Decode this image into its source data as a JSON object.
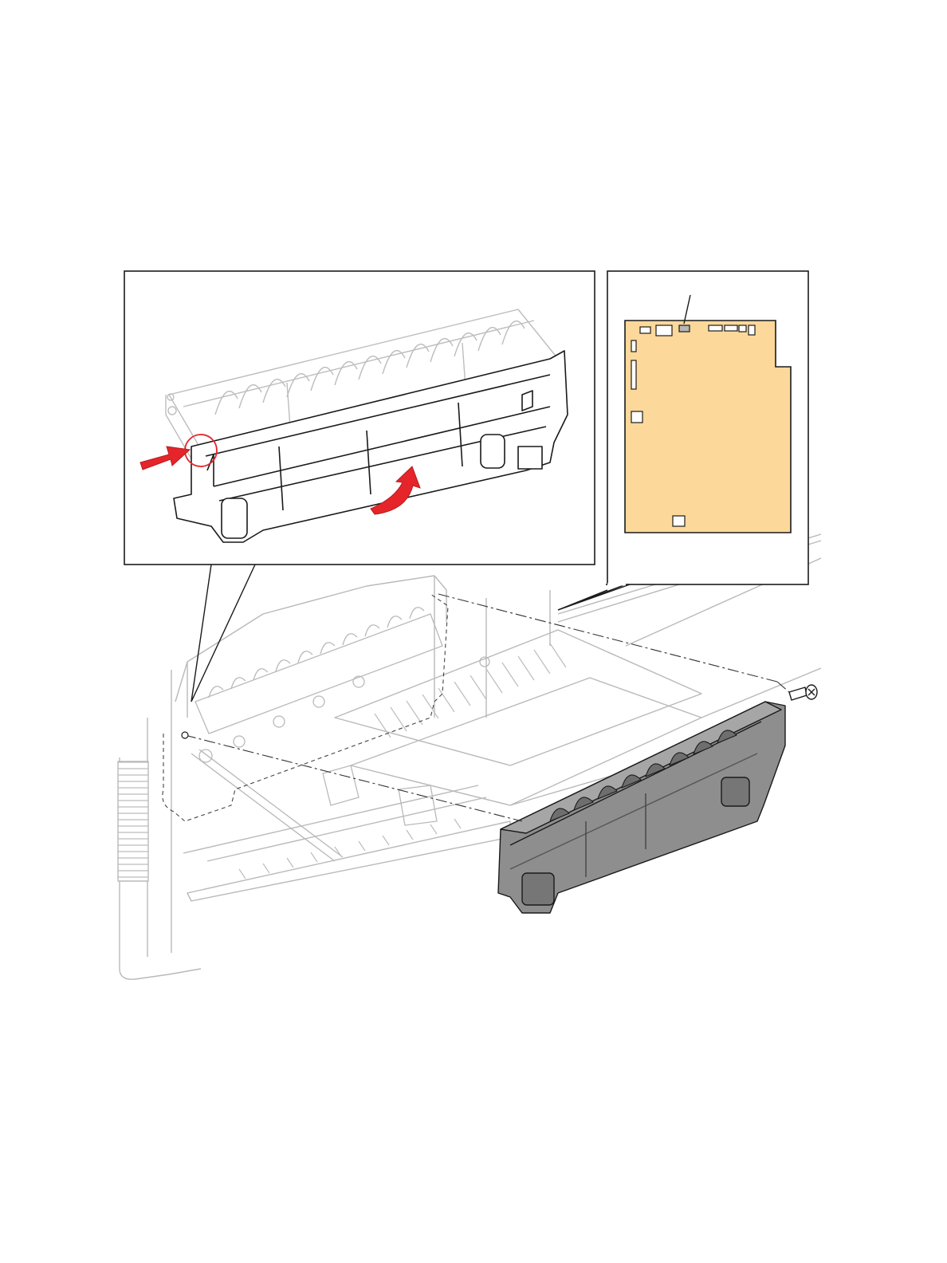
{
  "figure": {
    "type": "service-manual-exploded-view",
    "panels": [
      "detail-inset-guide-removal",
      "board-connector-inset",
      "main-assembly-view"
    ],
    "colors": {
      "line": "#1a1a1a",
      "faint_line": "#b9b9b9",
      "part_fill": "#8e8e8e",
      "part_shade": "#6e6e6e",
      "arrow": "#e5252a",
      "board": "#fcd89a"
    },
    "icons": [
      "push-arrow-icon",
      "rotate-arrow-icon",
      "screw-icon",
      "callout-circle-icon"
    ]
  }
}
